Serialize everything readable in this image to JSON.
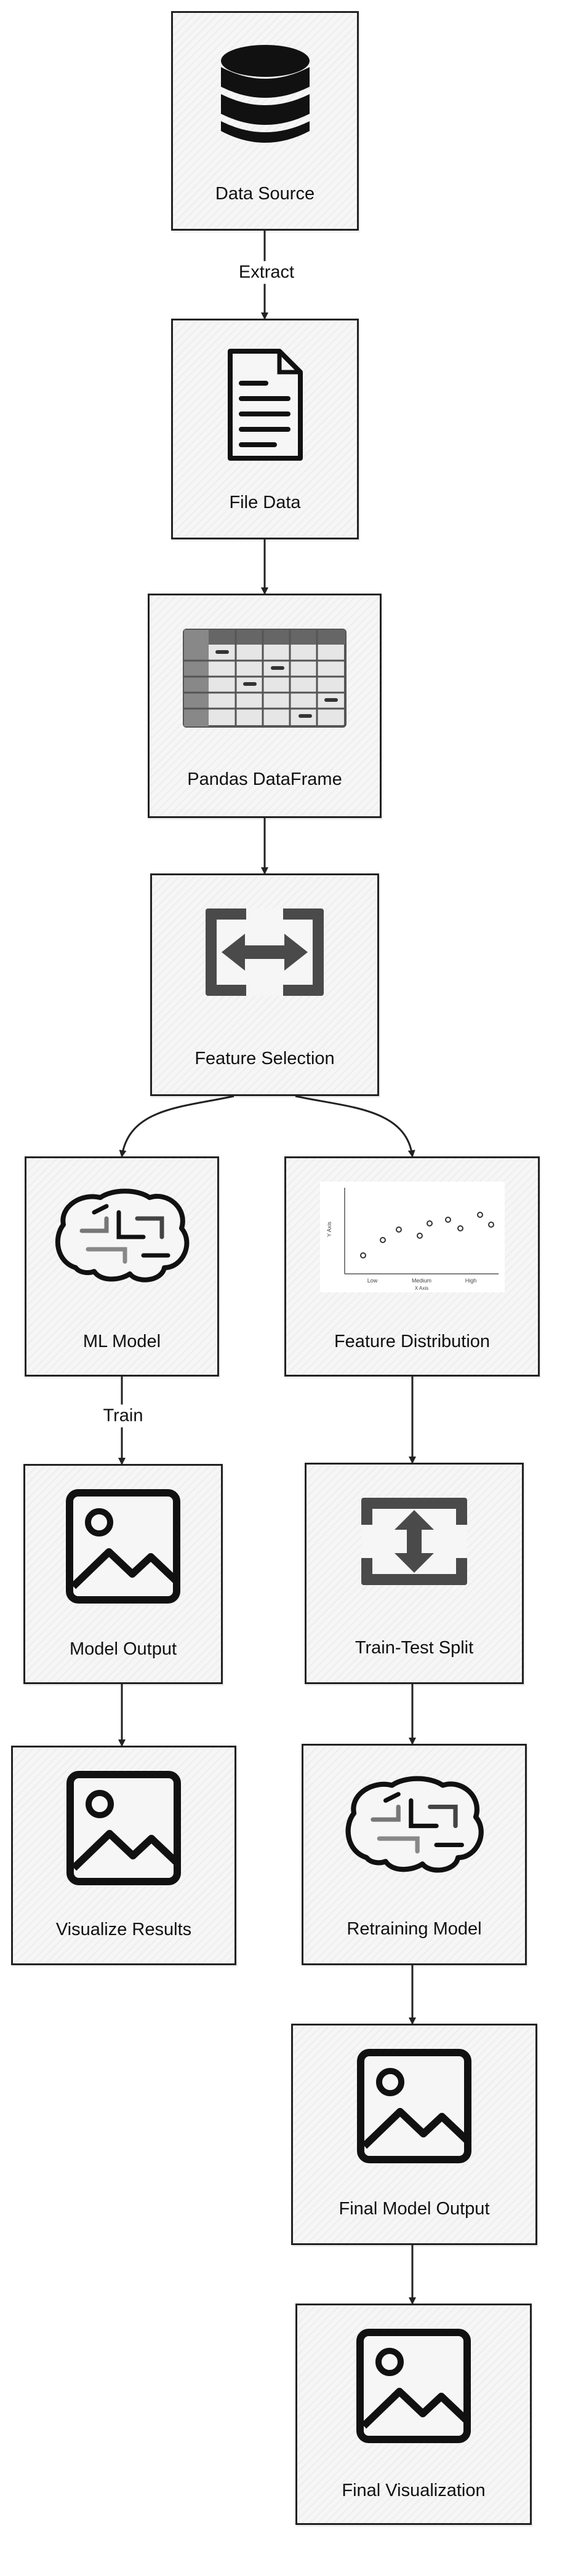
{
  "nodes": {
    "data_source": {
      "label": "Data Source",
      "icon": "database-icon"
    },
    "file_data": {
      "label": "File Data",
      "icon": "document-icon"
    },
    "pandas_dataframe": {
      "label": "Pandas DataFrame",
      "icon": "table-icon"
    },
    "feature_selection": {
      "label": "Feature Selection",
      "icon": "horizontal-arrows-icon"
    },
    "ml_model": {
      "label": "ML Model",
      "icon": "brain-icon"
    },
    "feature_distribution": {
      "label": "Feature Distribution",
      "icon": "scatter-plot-icon"
    },
    "model_output": {
      "label": "Model Output",
      "icon": "image-icon"
    },
    "train_test_split": {
      "label": "Train-Test Split",
      "icon": "vertical-arrows-icon"
    },
    "visualize_results": {
      "label": "Visualize Results",
      "icon": "image-icon"
    },
    "retraining_model": {
      "label": "Retraining Model",
      "icon": "brain-icon"
    },
    "final_model_output": {
      "label": "Final Model Output",
      "icon": "image-icon"
    },
    "final_visualization": {
      "label": "Final Visualization",
      "icon": "image-icon"
    }
  },
  "edges": {
    "extract": {
      "label": "Extract"
    },
    "train": {
      "label": "Train"
    }
  },
  "scatter_icon": {
    "ylabel": "Y Axis",
    "xlabel": "X Axis",
    "ticks": [
      "Low",
      "Medium",
      "High"
    ]
  },
  "colors": {
    "stroke": "#222222",
    "fill": "#f6f6f6",
    "icon_gray": "#4a4a4a"
  }
}
